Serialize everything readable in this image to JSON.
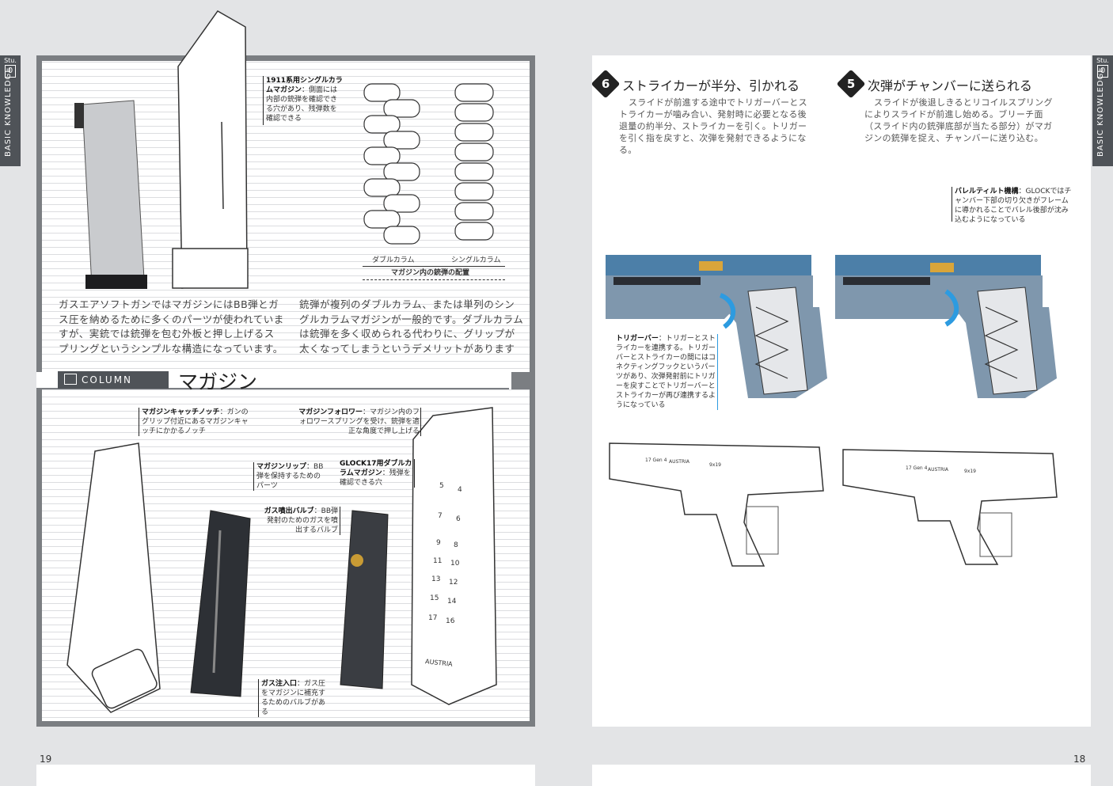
{
  "side_tab": {
    "label": "BASIC KNOWLEDGE",
    "stage_label": "Stu.",
    "stage_number": "0"
  },
  "left_page": {
    "page_number": "19",
    "callout_1911": {
      "title": "1911系用シングルカラムマガジン",
      "text": "：側面には内部の銃弾を確認できる穴があり、残弾数を確認できる"
    },
    "column_labels": {
      "double": "ダブルカラム",
      "single": "シングルカラム",
      "caption": "マガジン内の銃弾の配置"
    },
    "paragraph_left": "ガスエアソフトガンではマガジンにはBB弾とガス圧を納めるために多くのパーツが使われていますが、実銃では銃弾を包む外板と押し上げるスプリングというシンプルな構造になっています。",
    "paragraph_right": "銃弾が複列のダブルカラム、または単列のシングルカラムマガジンが一般的です。ダブルカラムは銃弾を多く収められる代わりに、グリップが太くなってしまうというデメリットがあります",
    "column": {
      "tag": "COLUMN",
      "title": "マガジン",
      "callouts": {
        "catch_notch": {
          "title": "マガジンキャッチノッチ",
          "text": "：ガンのグリップ付近にあるマガジンキャッチにかかるノッチ"
        },
        "follower": {
          "title": "マガジンフォロワー",
          "text": "：マガジン内のフォロワースプリングを受け、銃弾を適正な角度で押し上げる"
        },
        "lip": {
          "title": "マガジンリップ",
          "text": "：BB弾を保持するためのパーツ"
        },
        "glock17": {
          "title": "GLOCK17用ダブルカラムマガジン",
          "text": "：残弾を確認できる穴"
        },
        "gas_valve": {
          "title": "ガス噴出バルブ",
          "text": "：BB弾発射のためのガスを噴出するバルブ"
        },
        "gas_inlet": {
          "title": "ガス注入口",
          "text": "：ガス圧をマガジンに補充するためのバルブがある"
        }
      },
      "mag_numbers": [
        "5",
        "4",
        "7",
        "6",
        "9",
        "8",
        "11",
        "10",
        "13",
        "12",
        "15",
        "14",
        "17",
        "16"
      ],
      "mag_stamp": "AUSTRIA"
    }
  },
  "right_page": {
    "page_number": "18",
    "step6": {
      "number": "6",
      "title": "ストライカーが半分、引かれる",
      "body": "スライドが前進する途中でトリガーバーとストライカーが噛み合い、発射時に必要となる後退量の約半分、ストライカーを引く。トリガーを引く指を戻すと、次弾を発射できるようになる。"
    },
    "step5": {
      "number": "5",
      "title": "次弾がチャンバーに送られる",
      "body": "スライドが後退しきるとリコイルスプリングによりスライドが前進し始める。ブリーチ面（スライド内の銃弾底部が当たる部分）がマガジンの銃弾を捉え、チャンバーに送り込む。"
    },
    "callout_barrel_tilt": {
      "title": "バレルティルト機構",
      "text": "：GLOCKではチャンバー下部の切り欠きがフレームに導かれることでバレル後部が沈み込むようになっている"
    },
    "callout_trigger_bar": {
      "title": "トリガーバー",
      "text": "：トリガーとストライカーを連携する。トリガーバーとストライカーの間にはコネクティングフックというパーツがあり、次弾発射前にトリガーを戻すことでトリガーバーとストライカーが再び連携するようになっている"
    },
    "gun_engraving": {
      "model": "17 Gen 4",
      "origin": "AUSTRIA",
      "caliber": "9x19"
    }
  },
  "colors": {
    "frame": "#7b7e82",
    "tab": "#4f5358",
    "slide_blue": "#4c7fa8",
    "frame_blue": "#7f97ad",
    "accent_cyan": "#2d9be0",
    "brass": "#d9a53a"
  }
}
